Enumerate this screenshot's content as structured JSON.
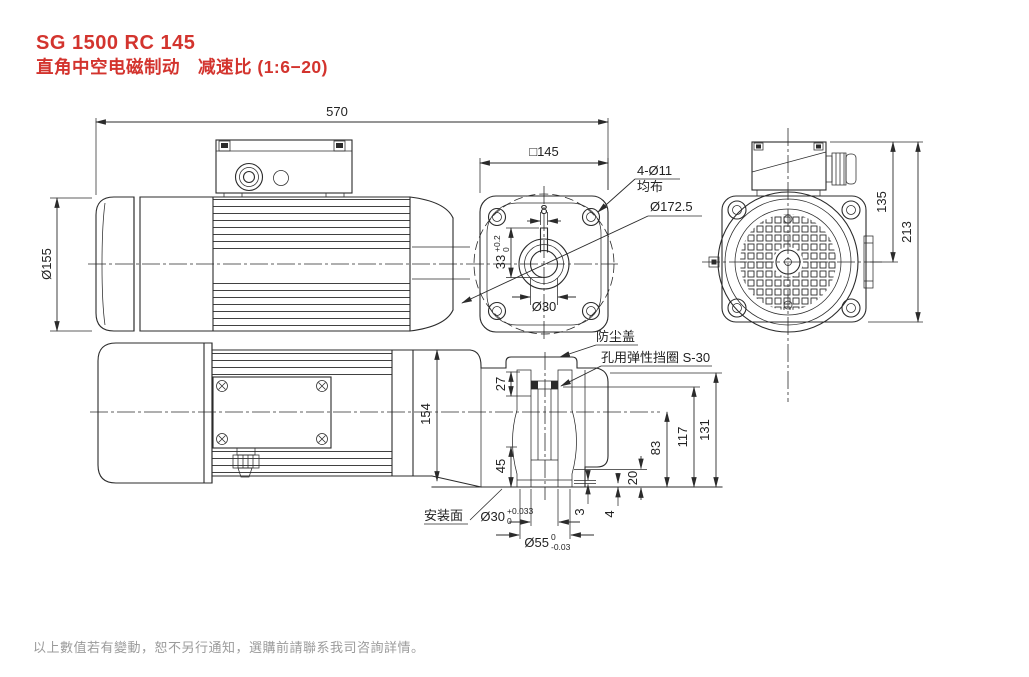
{
  "title": {
    "model": "SG 1500 RC 145",
    "spec": "直角中空电磁制动　减速比 (1:6−20)"
  },
  "footer": {
    "note": "以上數值若有變動，恕不另行通知，選購前請聯系我司咨詢詳情。"
  },
  "colors": {
    "accent_red": "#d3342e",
    "line": "#2b2b2b",
    "muted_text": "#9b9b9b"
  },
  "side_view": {
    "overall_length": "570",
    "brake_cover_dia": "Ø155"
  },
  "face_view": {
    "square": "□145",
    "holes": "4-Ø11",
    "holes_note": "均布",
    "bolt_circle": "Ø172.5",
    "key_width": "8",
    "key_height": "33",
    "key_height_tol_up": "+0.2",
    "key_height_tol_low": "0",
    "bore": "Ø30"
  },
  "rear_view": {
    "center_to_top": "135",
    "overall_height": "213"
  },
  "plan_view": {
    "body_height": "154"
  },
  "section_view": {
    "dust_cover": "防尘盖",
    "circlip": "孔用弹性挡圈 S-30",
    "mount_face": "安装面",
    "ring_depth": "27",
    "hub_length": "45",
    "step_3": "3",
    "step_4": "4",
    "boss_height": "20",
    "center_height": "83",
    "shaft_top": "117",
    "housing_top": "131",
    "bore": "Ø30",
    "bore_tol_up": "+0.033",
    "bore_tol_low": "0",
    "hub_dia": "Ø55",
    "hub_tol_up": "0",
    "hub_tol_low": "-0.03"
  }
}
